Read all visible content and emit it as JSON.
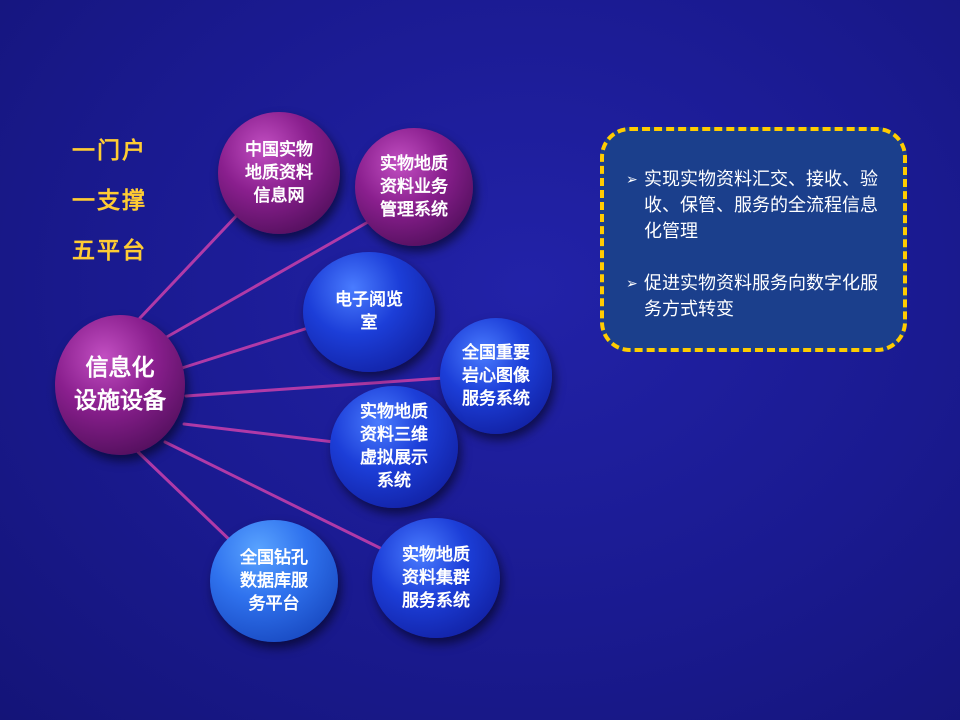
{
  "side_labels": [
    "一门户",
    "一支撑",
    "五平台"
  ],
  "center_node": {
    "label": "信息化\n设施设备"
  },
  "nodes": [
    {
      "id": "n1",
      "label": "中国实物\n地质资料\n信息网"
    },
    {
      "id": "n2",
      "label": "实物地质\n资料业务\n管理系统"
    },
    {
      "id": "n3",
      "label": "电子阅览\n室"
    },
    {
      "id": "n4",
      "label": "全国重要\n岩心图像\n服务系统"
    },
    {
      "id": "n5",
      "label": "实物地质\n资料三维\n虚拟展示\n系统"
    },
    {
      "id": "n6",
      "label": "全国钻孔\n数据库服\n务平台"
    },
    {
      "id": "n7",
      "label": "实物地质\n资料集群\n服务系统"
    }
  ],
  "callout": {
    "bullet_icon": "arrowhead-bullet-icon",
    "bullets": [
      "实现实物资料汇交、接收、验收、保管、服务的全流程信息化管理",
      "促进实物资料服务向数字化服务方式转变"
    ]
  },
  "colors": {
    "background": "#1a1a8e",
    "label_yellow": "#ffcc33",
    "callout_fill": "#1b3f8c",
    "callout_border": "#ffcc00",
    "connector": "#b03aa8"
  }
}
